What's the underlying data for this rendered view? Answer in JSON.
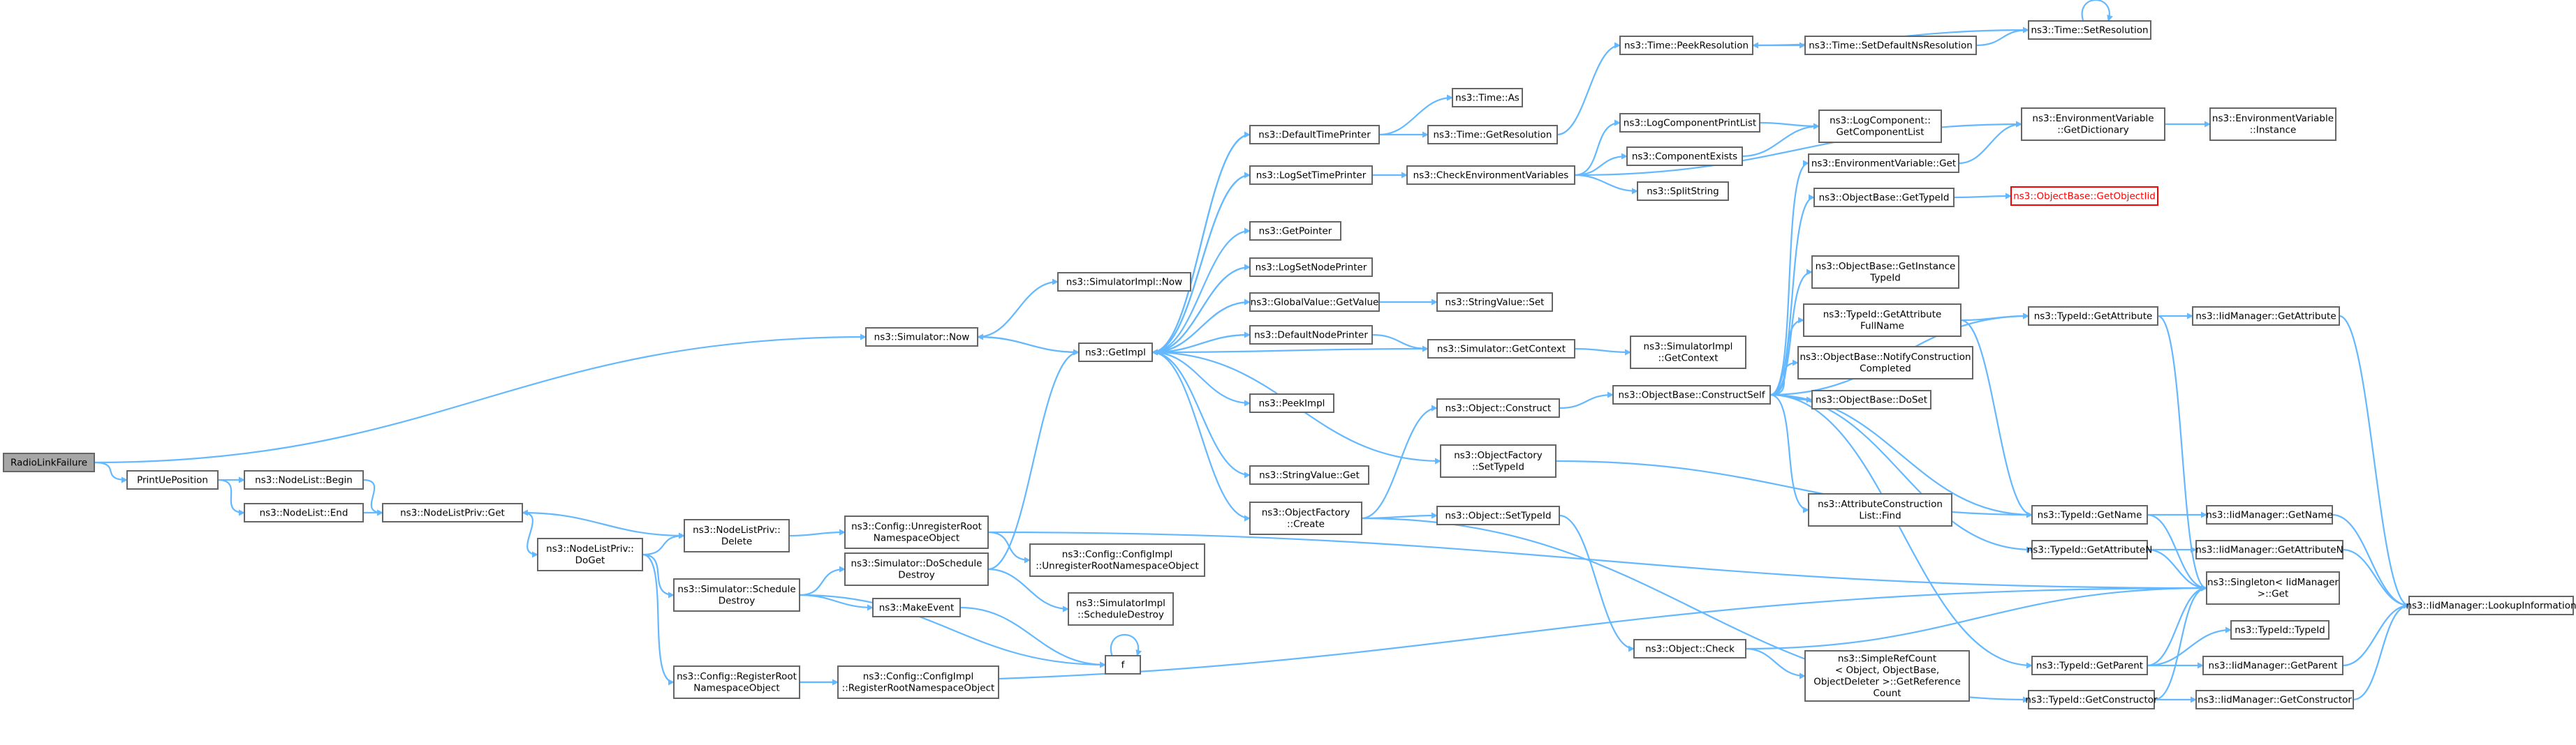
{
  "diagram": {
    "type": "call-graph",
    "colors": {
      "edge": "#63b8ff",
      "node_border": "#666666",
      "root_fill": "#a6a6a6",
      "highlight": "#ff0000"
    },
    "nodes": [
      {
        "id": "radiolink",
        "lines": [
          "RadioLinkFailure"
        ],
        "style": "root"
      },
      {
        "id": "printue",
        "lines": [
          "PrintUePosition"
        ]
      },
      {
        "id": "nodelistbegin",
        "lines": [
          "ns3::NodeList::Begin"
        ]
      },
      {
        "id": "nodelistend",
        "lines": [
          "ns3::NodeList::End"
        ]
      },
      {
        "id": "nlpget",
        "lines": [
          "ns3::NodeListPriv::Get"
        ]
      },
      {
        "id": "nlpdoget",
        "lines": [
          "ns3::NodeListPriv::",
          "DoGet"
        ]
      },
      {
        "id": "nlpdelete",
        "lines": [
          "ns3::NodeListPriv::",
          "Delete"
        ]
      },
      {
        "id": "simschedule",
        "lines": [
          "ns3::Simulator::Schedule",
          "Destroy"
        ]
      },
      {
        "id": "cfgregister",
        "lines": [
          "ns3::Config::RegisterRoot",
          "NamespaceObject"
        ]
      },
      {
        "id": "cfgunregister",
        "lines": [
          "ns3::Config::UnregisterRoot",
          "NamespaceObject"
        ]
      },
      {
        "id": "simdoschedule",
        "lines": [
          "ns3::Simulator::DoSchedule",
          "Destroy"
        ]
      },
      {
        "id": "makeevent",
        "lines": [
          "ns3::MakeEvent"
        ]
      },
      {
        "id": "cfgimplreg",
        "lines": [
          "ns3::Config::ConfigImpl",
          "::RegisterRootNamespaceObject"
        ]
      },
      {
        "id": "cfgimplunreg",
        "lines": [
          "ns3::Config::ConfigImpl",
          "::UnregisterRootNamespaceObject"
        ]
      },
      {
        "id": "simimplsched",
        "lines": [
          "ns3::SimulatorImpl",
          "::ScheduleDestroy"
        ]
      },
      {
        "id": "f",
        "lines": [
          "f"
        ]
      },
      {
        "id": "simnow",
        "lines": [
          "ns3::Simulator::Now"
        ]
      },
      {
        "id": "simimplnow",
        "lines": [
          "ns3::SimulatorImpl::Now"
        ]
      },
      {
        "id": "getimpl",
        "lines": [
          "ns3::GetImpl"
        ]
      },
      {
        "id": "deftimeprinter",
        "lines": [
          "ns3::DefaultTimePrinter"
        ]
      },
      {
        "id": "logsettime",
        "lines": [
          "ns3::LogSetTimePrinter"
        ]
      },
      {
        "id": "getpointer",
        "lines": [
          "ns3::GetPointer"
        ]
      },
      {
        "id": "logsetnode",
        "lines": [
          "ns3::LogSetNodePrinter"
        ]
      },
      {
        "id": "gvgetvalue",
        "lines": [
          "ns3::GlobalValue::GetValue"
        ]
      },
      {
        "id": "defnodeprinter",
        "lines": [
          "ns3::DefaultNodePrinter"
        ]
      },
      {
        "id": "peekimpl",
        "lines": [
          "ns3::PeekImpl"
        ]
      },
      {
        "id": "strvalget",
        "lines": [
          "ns3::StringValue::Get"
        ]
      },
      {
        "id": "objfactcreate",
        "lines": [
          "ns3::ObjectFactory",
          "::Create"
        ]
      },
      {
        "id": "timeas",
        "lines": [
          "ns3::Time::As"
        ]
      },
      {
        "id": "timegetres",
        "lines": [
          "ns3::Time::GetResolution"
        ]
      },
      {
        "id": "checkenv",
        "lines": [
          "ns3::CheckEnvironmentVariables"
        ]
      },
      {
        "id": "strvalset",
        "lines": [
          "ns3::StringValue::Set"
        ]
      },
      {
        "id": "simgetctx",
        "lines": [
          "ns3::Simulator::GetContext"
        ]
      },
      {
        "id": "objconstruct",
        "lines": [
          "ns3::Object::Construct"
        ]
      },
      {
        "id": "objfactsettid",
        "lines": [
          "ns3::ObjectFactory",
          "::SetTypeId"
        ]
      },
      {
        "id": "objsettid",
        "lines": [
          "ns3::Object::SetTypeId"
        ]
      },
      {
        "id": "timepeekres",
        "lines": [
          "ns3::Time::PeekResolution"
        ]
      },
      {
        "id": "logcompprint",
        "lines": [
          "ns3::LogComponentPrintList"
        ]
      },
      {
        "id": "compexists",
        "lines": [
          "ns3::ComponentExists"
        ]
      },
      {
        "id": "splitstring",
        "lines": [
          "ns3::SplitString"
        ]
      },
      {
        "id": "simimplctx",
        "lines": [
          "ns3::SimulatorImpl",
          "::GetContext"
        ]
      },
      {
        "id": "objbasecs",
        "lines": [
          "ns3::ObjectBase::ConstructSelf"
        ]
      },
      {
        "id": "objcheck",
        "lines": [
          "ns3::Object::Check"
        ]
      },
      {
        "id": "timesetdefns",
        "lines": [
          "ns3::Time::SetDefaultNsResolution"
        ]
      },
      {
        "id": "logcompget",
        "lines": [
          "ns3::LogComponent::",
          "GetComponentList"
        ]
      },
      {
        "id": "envget",
        "lines": [
          "ns3::EnvironmentVariable::Get"
        ]
      },
      {
        "id": "obgettid",
        "lines": [
          "ns3::ObjectBase::GetTypeId"
        ]
      },
      {
        "id": "obgetinst",
        "lines": [
          "ns3::ObjectBase::GetInstance",
          "TypeId"
        ]
      },
      {
        "id": "tidgetattrfull",
        "lines": [
          "ns3::TypeId::GetAttribute",
          "FullName"
        ]
      },
      {
        "id": "obnotify",
        "lines": [
          "ns3::ObjectBase::NotifyConstruction",
          "Completed"
        ]
      },
      {
        "id": "obdoset",
        "lines": [
          "ns3::ObjectBase::DoSet"
        ]
      },
      {
        "id": "attrfind",
        "lines": [
          "ns3::AttributeConstruction",
          "List::Find"
        ]
      },
      {
        "id": "simplerefcount",
        "lines": [
          "ns3::SimpleRefCount",
          "< Object, ObjectBase,",
          "ObjectDeleter >::GetReference",
          "Count"
        ]
      },
      {
        "id": "timesetres",
        "lines": [
          "ns3::Time::SetResolution"
        ]
      },
      {
        "id": "envdict",
        "lines": [
          "ns3::EnvironmentVariable",
          "::GetDictionary"
        ]
      },
      {
        "id": "obgetobjtid",
        "lines": [
          "ns3::ObjectBase::GetObjectIid"
        ],
        "style": "highlight"
      },
      {
        "id": "tidgetattr",
        "lines": [
          "ns3::TypeId::GetAttribute"
        ]
      },
      {
        "id": "tidgetname",
        "lines": [
          "ns3::TypeId::GetName"
        ]
      },
      {
        "id": "tidgetattrn",
        "lines": [
          "ns3::TypeId::GetAttributeN"
        ]
      },
      {
        "id": "tidgetparent",
        "lines": [
          "ns3::TypeId::GetParent"
        ]
      },
      {
        "id": "tidgetctor",
        "lines": [
          "ns3::TypeId::GetConstructor"
        ]
      },
      {
        "id": "envinstance",
        "lines": [
          "ns3::EnvironmentVariable",
          "::Instance"
        ]
      },
      {
        "id": "iidgetattr",
        "lines": [
          "ns3::IidManager::GetAttribute"
        ]
      },
      {
        "id": "iidgetname",
        "lines": [
          "ns3::IidManager::GetName"
        ]
      },
      {
        "id": "iidgetattrn",
        "lines": [
          "ns3::IidManager::GetAttributeN"
        ]
      },
      {
        "id": "singleton",
        "lines": [
          "ns3::Singleton< IidManager",
          ">::Get"
        ]
      },
      {
        "id": "tidtid",
        "lines": [
          "ns3::TypeId::TypeId"
        ]
      },
      {
        "id": "iidgetparent",
        "lines": [
          "ns3::IidManager::GetParent"
        ]
      },
      {
        "id": "iidgetctor",
        "lines": [
          "ns3::IidManager::GetConstructor"
        ]
      },
      {
        "id": "iidlookup",
        "lines": [
          "ns3::IidManager::LookupInformation"
        ]
      }
    ]
  }
}
